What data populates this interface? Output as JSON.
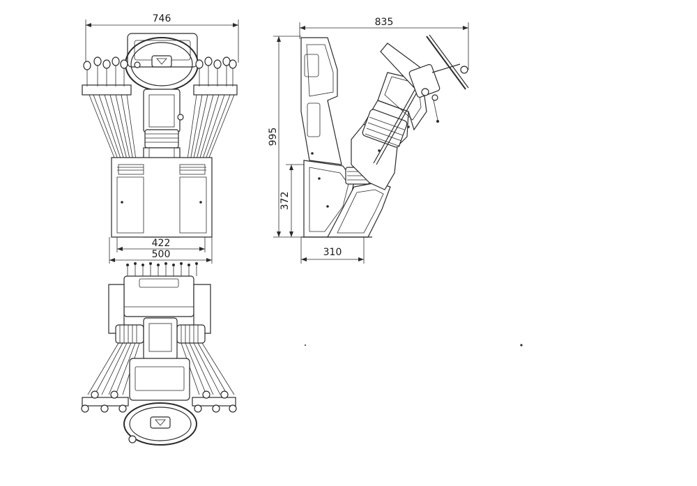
{
  "dimensions": {
    "top_width": "746",
    "side_width": "835",
    "total_height": "995",
    "seat_height": "372",
    "base_depth": "310",
    "inner_width": "422",
    "outer_width": "500"
  }
}
